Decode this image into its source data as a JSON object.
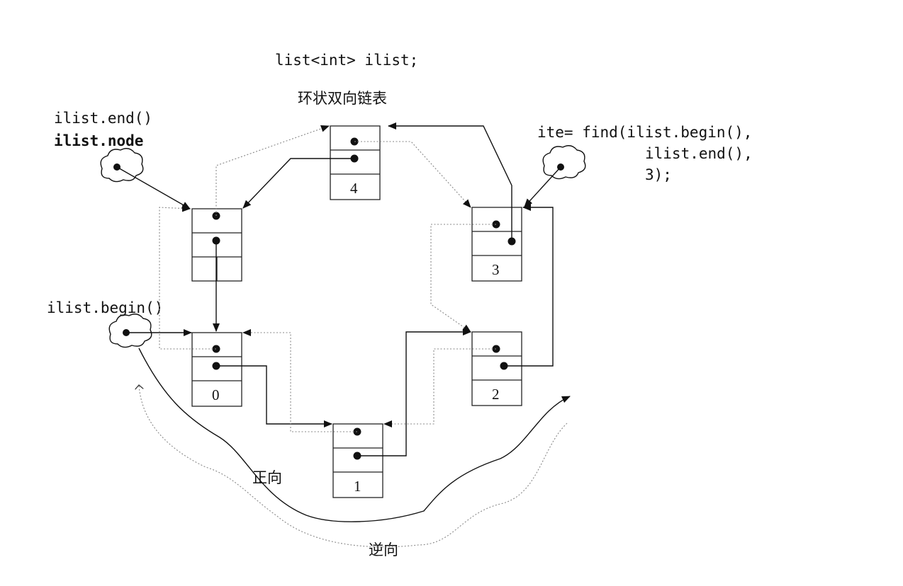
{
  "code": {
    "declaration": "list<int> ilist;",
    "find_line1": "ite= find(ilist.begin(),",
    "find_line2": "ilist.end(),",
    "find_line3": "3);"
  },
  "caption": "环状双向链表",
  "labels": {
    "end": "ilist.end()",
    "node": "ilist.node",
    "begin": "ilist.begin()",
    "forward": "正向",
    "backward": "逆向"
  },
  "nodes": [
    {
      "id": "node-blank",
      "value": ""
    },
    {
      "id": "node-0",
      "value": "0"
    },
    {
      "id": "node-1",
      "value": "1"
    },
    {
      "id": "node-2",
      "value": "2"
    },
    {
      "id": "node-3",
      "value": "3"
    },
    {
      "id": "node-4",
      "value": "4"
    }
  ]
}
